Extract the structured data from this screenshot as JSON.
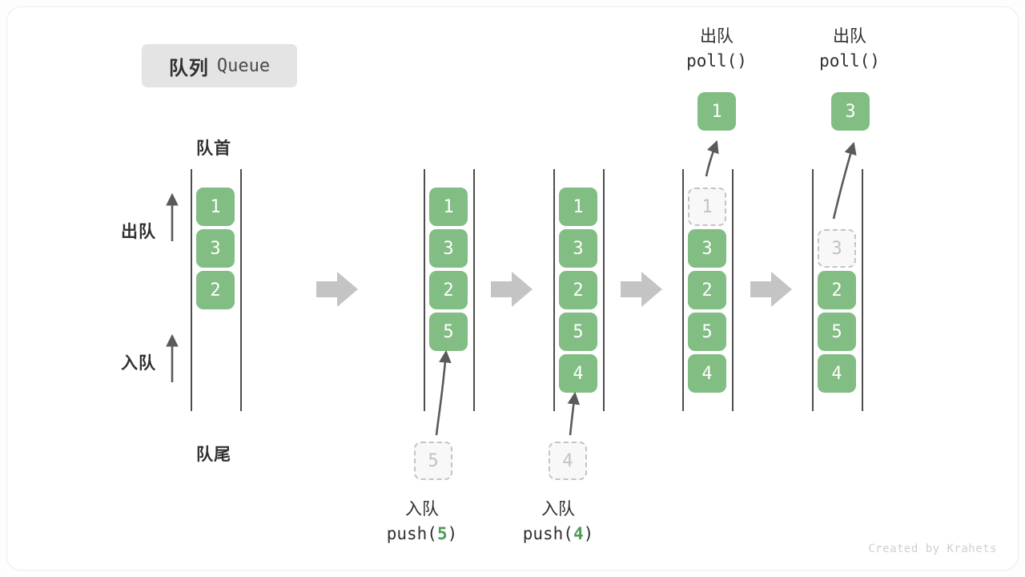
{
  "card": {
    "title_cn": "队列",
    "title_en": "Queue",
    "watermark": "Created by Krahets"
  },
  "legend": {
    "head_label": "队首",
    "tail_label": "队尾",
    "dequeue_label": "出队",
    "enqueue_label": "入队"
  },
  "colors": {
    "element_fill": "#82bd83",
    "element_text": "#ffffff",
    "ghost_fill": "#f8f8f8",
    "ghost_border": "#c4c4c4",
    "ghost_text": "#c2c2c2",
    "rail": "#4d4d4d",
    "arrow": "#5a5a5a",
    "step_arrow": "#c4c4c4",
    "badge_bg": "#e4e4e4",
    "accent_number": "#4f9d54"
  },
  "panels": [
    {
      "id": "initial",
      "elements": [
        "1",
        "3",
        "2"
      ],
      "ghost_index": null,
      "ghost_value": null
    },
    {
      "id": "after-push-5",
      "elements": [
        "1",
        "3",
        "2",
        "5"
      ],
      "ghost_index": null,
      "ghost_value": null
    },
    {
      "id": "after-push-4",
      "elements": [
        "1",
        "3",
        "2",
        "5",
        "4"
      ],
      "ghost_index": null,
      "ghost_value": null
    },
    {
      "id": "after-poll-1",
      "elements": [
        "3",
        "2",
        "5",
        "4"
      ],
      "ghost_index": 0,
      "ghost_value": "1"
    },
    {
      "id": "after-poll-3",
      "elements": [
        "2",
        "5",
        "4"
      ],
      "ghost_index": 1,
      "ghost_value": "3"
    }
  ],
  "operations": {
    "push5": {
      "cn": "入队",
      "code_prefix": "push(",
      "code_num": "5",
      "code_suffix": ")"
    },
    "push4": {
      "cn": "入队",
      "code_prefix": "push(",
      "code_num": "4",
      "code_suffix": ")"
    },
    "poll1": {
      "cn": "出队",
      "code": "poll()",
      "result": "1"
    },
    "poll2": {
      "cn": "出队",
      "code": "poll()",
      "result": "3"
    }
  },
  "pending": {
    "push5_value": "5",
    "push4_value": "4"
  }
}
